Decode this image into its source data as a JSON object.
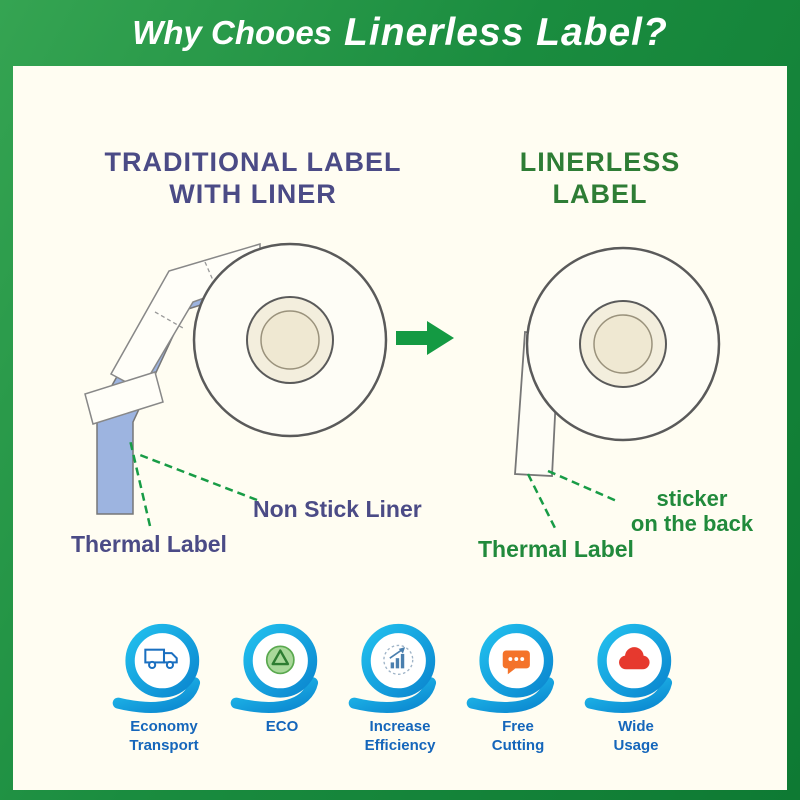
{
  "banner": {
    "title_prefix": "Why Chooes",
    "title_emphasis": "Linerless Label?"
  },
  "comparison": {
    "left": {
      "heading_line1": "TRADITIONAL LABEL",
      "heading_line2": "WITH LINER",
      "callout_liner": "Non Stick Liner",
      "callout_label": "Thermal Label"
    },
    "right": {
      "heading_line1": "LINERLESS",
      "heading_line2": "LABEL",
      "callout_sticker_line1": "sticker",
      "callout_sticker_line2": "on the back",
      "callout_label": "Thermal Label"
    }
  },
  "features": [
    {
      "icon": "truck-icon",
      "line1": "Economy",
      "line2": "Transport"
    },
    {
      "icon": "eco-icon",
      "line1": "ECO",
      "line2": ""
    },
    {
      "icon": "chart-icon",
      "line1": "Increase",
      "line2": "Efficiency"
    },
    {
      "icon": "chat-icon",
      "line1": "Free",
      "line2": "Cutting"
    },
    {
      "icon": "cloud-icon",
      "line1": "Wide",
      "line2": "Usage"
    }
  ],
  "colors": {
    "background_green": "#1a8c3f",
    "panel_cream": "#fffdf2",
    "heading_blue": "#4b4b86",
    "heading_green": "#2e7d35",
    "callout_line_green": "#189c46",
    "liner_blue": "#9db4e0",
    "swoosh_cyan": "#1db4e8",
    "feature_label_blue": "#1566bb",
    "chat_orange": "#f4732a",
    "cloud_red": "#e6392e"
  }
}
